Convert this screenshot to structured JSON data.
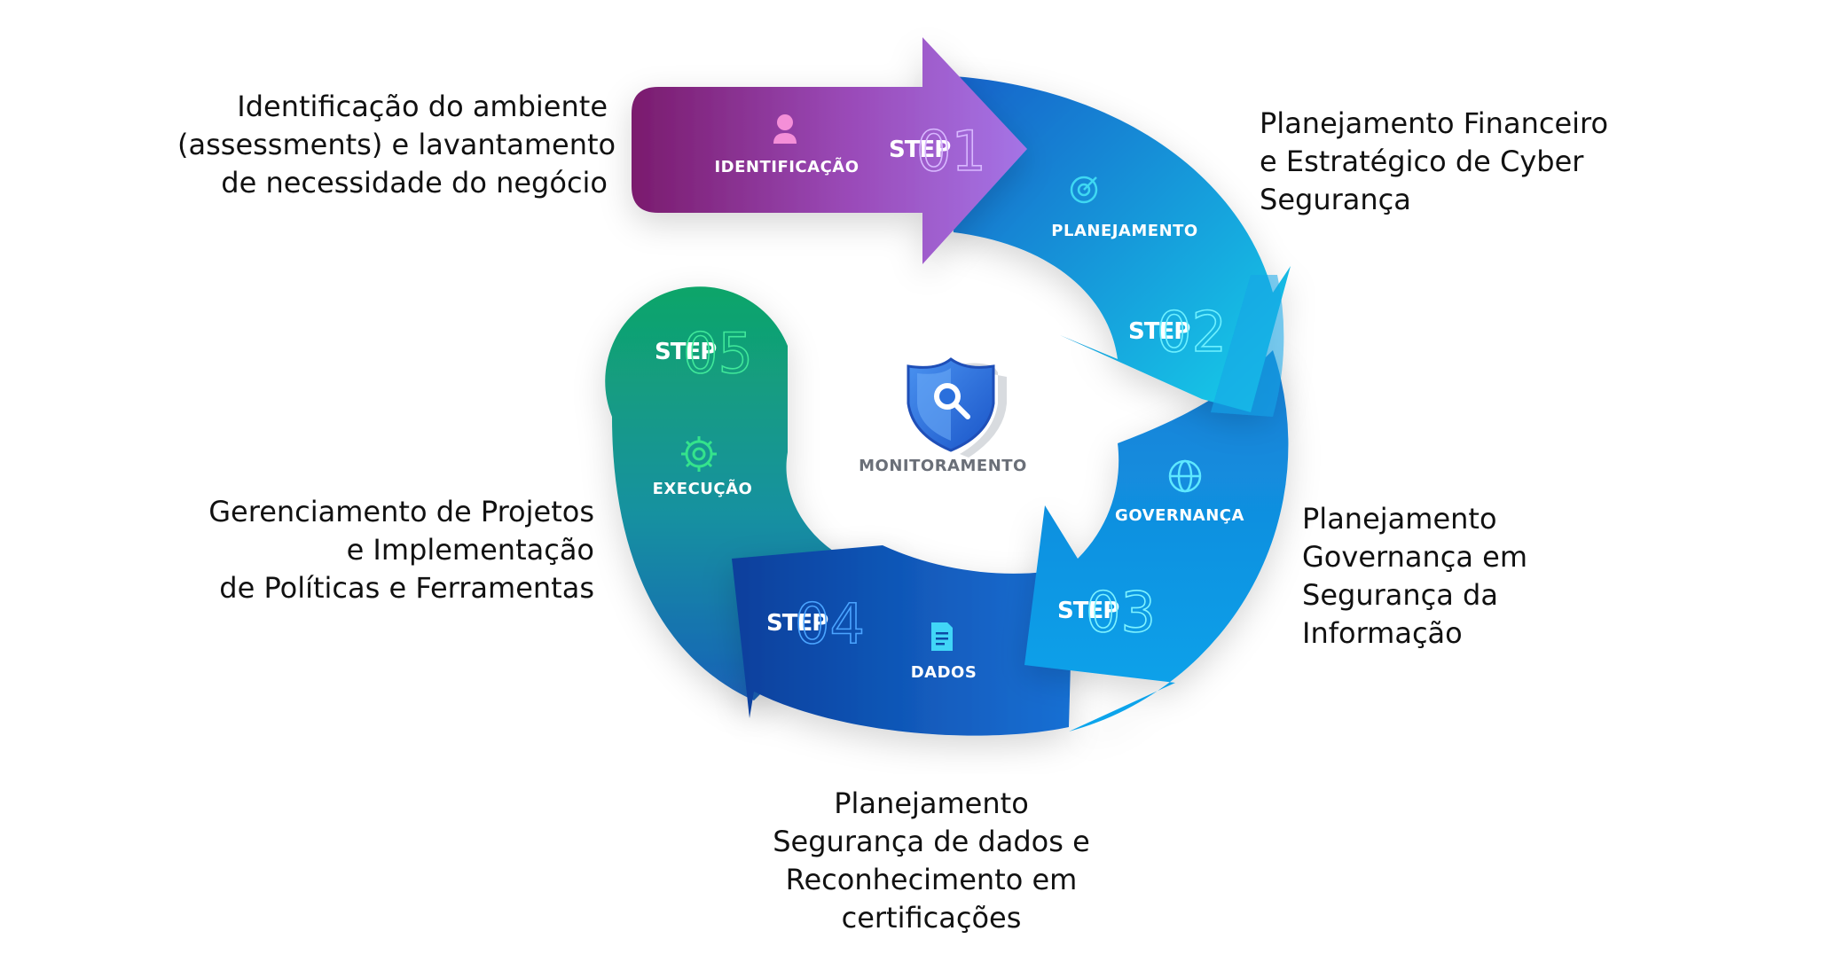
{
  "center": {
    "label": "MONITORAMENTO",
    "icon": "shield-search-icon"
  },
  "steps": [
    {
      "step_word": "STEP",
      "step_number": "01",
      "label": "IDENTIFICAÇÃO",
      "icon": "user-icon",
      "color": "#8b2f96",
      "description": [
        "Identificação do ambiente",
        "(assessments) e lavantamento",
        "de necessidade do negócio"
      ]
    },
    {
      "step_word": "STEP",
      "step_number": "02",
      "label": "PLANEJAMENTO",
      "icon": "target-icon",
      "color": "#1a8fdc",
      "description": [
        "Planejamento  Financeiro",
        "e Estratégico de Cyber",
        "Segurança"
      ]
    },
    {
      "step_word": "STEP",
      "step_number": "03",
      "label": "GOVERNANÇA",
      "icon": "globe-icon",
      "color": "#1675cc",
      "description": [
        "Planejamento",
        "Governança em",
        "Segurança da",
        "Informação"
      ]
    },
    {
      "step_word": "STEP",
      "step_number": "04",
      "label": "DADOS",
      "icon": "document-icon",
      "color": "#0f4ea8",
      "description": [
        "Planejamento",
        "Segurança de dados e",
        "Reconhecimento em",
        "certificações"
      ]
    },
    {
      "step_word": "STEP",
      "step_number": "05",
      "label": "EXECUÇÃO",
      "icon": "gear-icon",
      "color": "#10a46a",
      "description": [
        "Gerenciamento de Projetos",
        "e Implementação",
        "de Políticas e Ferramentas"
      ]
    }
  ]
}
